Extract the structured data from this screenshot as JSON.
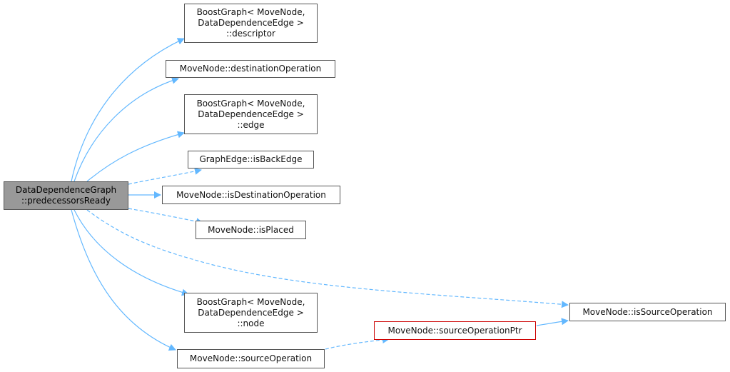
{
  "nodes": {
    "root": {
      "line1": "DataDependenceGraph",
      "line2": "::predecessorsReady"
    },
    "descriptor": {
      "line1": "BoostGraph< MoveNode,",
      "line2": "DataDependenceEdge >",
      "line3": "::descriptor"
    },
    "destinationOperation": {
      "label": "MoveNode::destinationOperation"
    },
    "edge": {
      "line1": "BoostGraph< MoveNode,",
      "line2": "DataDependenceEdge >",
      "line3": "::edge"
    },
    "isBackEdge": {
      "label": "GraphEdge::isBackEdge"
    },
    "isDestinationOperation": {
      "label": "MoveNode::isDestinationOperation"
    },
    "isPlaced": {
      "label": "MoveNode::isPlaced"
    },
    "isSourceOperation": {
      "label": "MoveNode::isSourceOperation"
    },
    "node": {
      "line1": "BoostGraph< MoveNode,",
      "line2": "DataDependenceEdge >",
      "line3": "::node"
    },
    "sourceOperationPtr": {
      "label": "MoveNode::sourceOperationPtr"
    },
    "sourceOperation": {
      "label": "MoveNode::sourceOperation"
    }
  },
  "colors": {
    "edge": "#63b8ff",
    "root_fill": "#999999",
    "highlight_border": "#cc0000"
  }
}
